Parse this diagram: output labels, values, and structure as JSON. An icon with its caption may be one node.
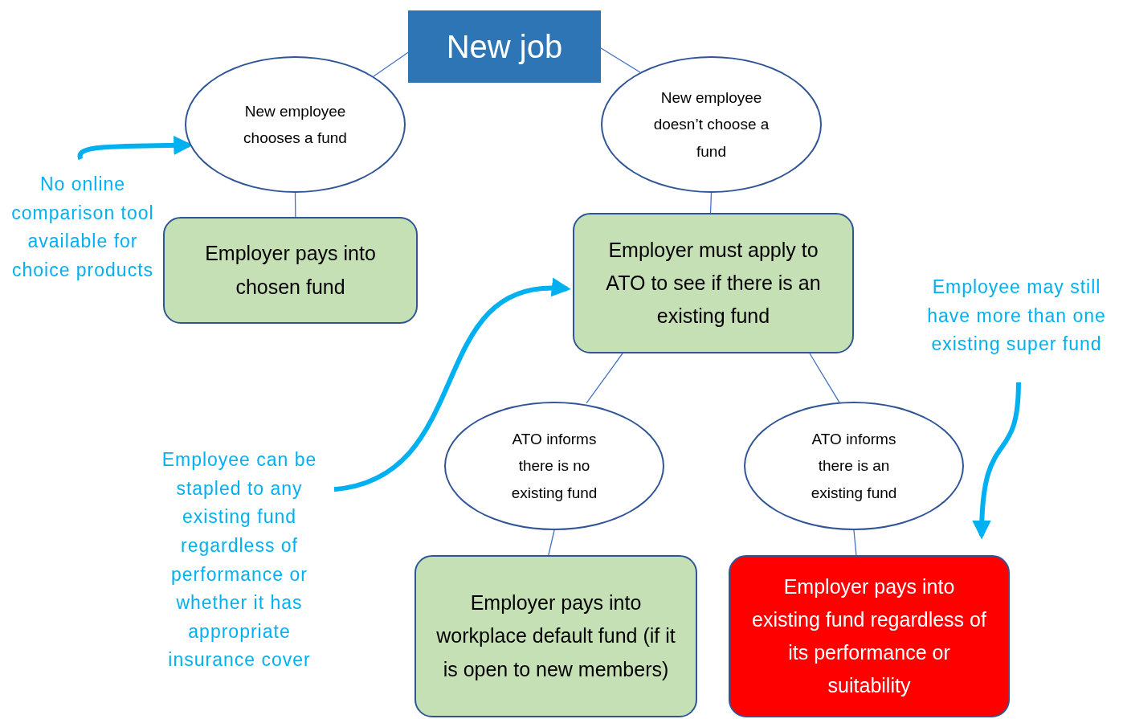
{
  "diagram": {
    "nodes": [
      {
        "text": [
          "New job"
        ]
      },
      {
        "text": [
          "New employee chooses a fund"
        ]
      },
      {
        "text": [
          "New employee doesn’t choose a fund"
        ]
      },
      {
        "text": [
          "Employer pays into chosen fund"
        ]
      },
      {
        "text": [
          "Employer must apply to ATO to see if there is an existing fund"
        ]
      },
      {
        "text": [
          "ATO informs there is no existing fund"
        ]
      },
      {
        "text": [
          "ATO informs there is an existing fund"
        ]
      },
      {
        "text": [
          "Employer pays into workplace default fund (if it is open to new members)"
        ]
      },
      {
        "text": [
          "Employer pays into existing fund regardless of its performance or suitability"
        ]
      },
      {
        "text": [
          "No online comparison tool available for choice products"
        ]
      },
      {
        "text": [
          "Employee can be stapled to any existing fund regardless of performance or whether it has appropriate insurance cover"
        ]
      },
      {
        "text": [
          "Employee may still have more than one existing super fund"
        ]
      }
    ],
    "edges": [
      {
        "from": 0,
        "to": 1,
        "arrow": "none"
      },
      {
        "from": 0,
        "to": 2,
        "arrow": "none"
      },
      {
        "from": 1,
        "to": 3,
        "arrow": "none"
      },
      {
        "from": 2,
        "to": 4,
        "arrow": "none"
      },
      {
        "from": 4,
        "to": 5,
        "arrow": "none"
      },
      {
        "from": 4,
        "to": 6,
        "arrow": "none"
      },
      {
        "from": 5,
        "to": 7,
        "arrow": "none"
      },
      {
        "from": 6,
        "to": 8,
        "arrow": "none"
      },
      {
        "from": 9,
        "to": 1,
        "arrow": "to",
        "style": "thick",
        "color": "#00b0f0"
      },
      {
        "from": 10,
        "to": 4,
        "arrow": "to",
        "style": "thick",
        "color": "#00b0f0"
      },
      {
        "from": 11,
        "to": 8,
        "arrow": "to",
        "style": "thick",
        "color": "#00b0f0"
      }
    ]
  }
}
